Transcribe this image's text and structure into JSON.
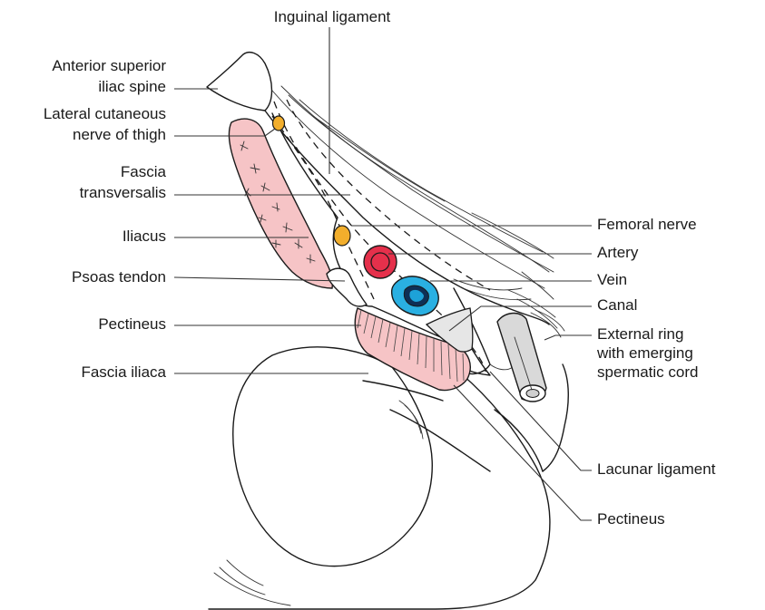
{
  "colors": {
    "muscle": "#f6c4c6",
    "nerve": "#f2ae2c",
    "artery": "#e5304b",
    "vein": "#2ab0e2",
    "canal": "#e6e6e6",
    "cord": "#d9d9d9"
  },
  "labels": {
    "inguinal_ligament": "Inguinal ligament",
    "asis_line1": "Anterior superior",
    "asis_line2": "iliac spine",
    "lcn_line1": "Lateral cutaneous",
    "lcn_line2": "nerve of thigh",
    "fascia_transversalis_line1": "Fascia",
    "fascia_transversalis_line2": "transversalis",
    "iliacus": "Iliacus",
    "psoas_tendon": "Psoas tendon",
    "pectineus_left": "Pectineus",
    "fascia_iliaca": "Fascia iliaca",
    "femoral_nerve": "Femoral nerve",
    "artery": "Artery",
    "vein": "Vein",
    "canal": "Canal",
    "external_ring_line1": "External ring",
    "external_ring_line2": "with emerging",
    "external_ring_line3": "spermatic cord",
    "lacunar_ligament": "Lacunar ligament",
    "pectineus_right": "Pectineus"
  }
}
